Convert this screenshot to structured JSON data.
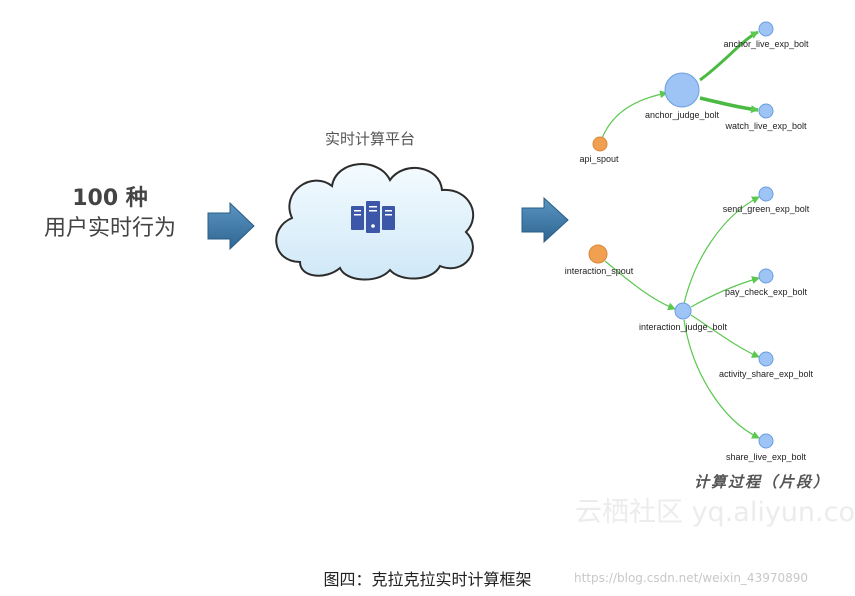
{
  "left_text": {
    "line1": "100 种",
    "line2": "用户实时行为"
  },
  "cloud": {
    "title": "实时计算平台",
    "icon": "server-rack-icon"
  },
  "topology_top": {
    "nodes": {
      "api_spout": "api_spout",
      "anchor_judge_bolt": "anchor_judge_bolt",
      "anchor_live_exp_bolt": "anchor_live_exp_bolt",
      "watch_live_exp_bolt": "watch_live_exp_bolt"
    }
  },
  "topology_bottom": {
    "nodes": {
      "interaction_spout": "interaction_spout",
      "interaction_judge_bolt": "interaction_judge_bolt",
      "send_green_exp_bolt": "send_green_exp_bolt",
      "pay_check_exp_bolt": "pay_check_exp_bolt",
      "activity_share_exp_bolt": "activity_share_exp_bolt",
      "share_live_exp_bolt": "share_live_exp_bolt"
    }
  },
  "topology_caption": "计算过程（片段）",
  "watermark": "云栖社区 yq.aliyun.com",
  "caption": "图四：克拉克拉实时计算框架",
  "csdn_url": "https://blog.csdn.net/weixin_43970890",
  "colors": {
    "spout": "#f0a050",
    "bolt": "#9ec4f5",
    "edge": "#5cc850",
    "arrow": "#3f79a6"
  }
}
